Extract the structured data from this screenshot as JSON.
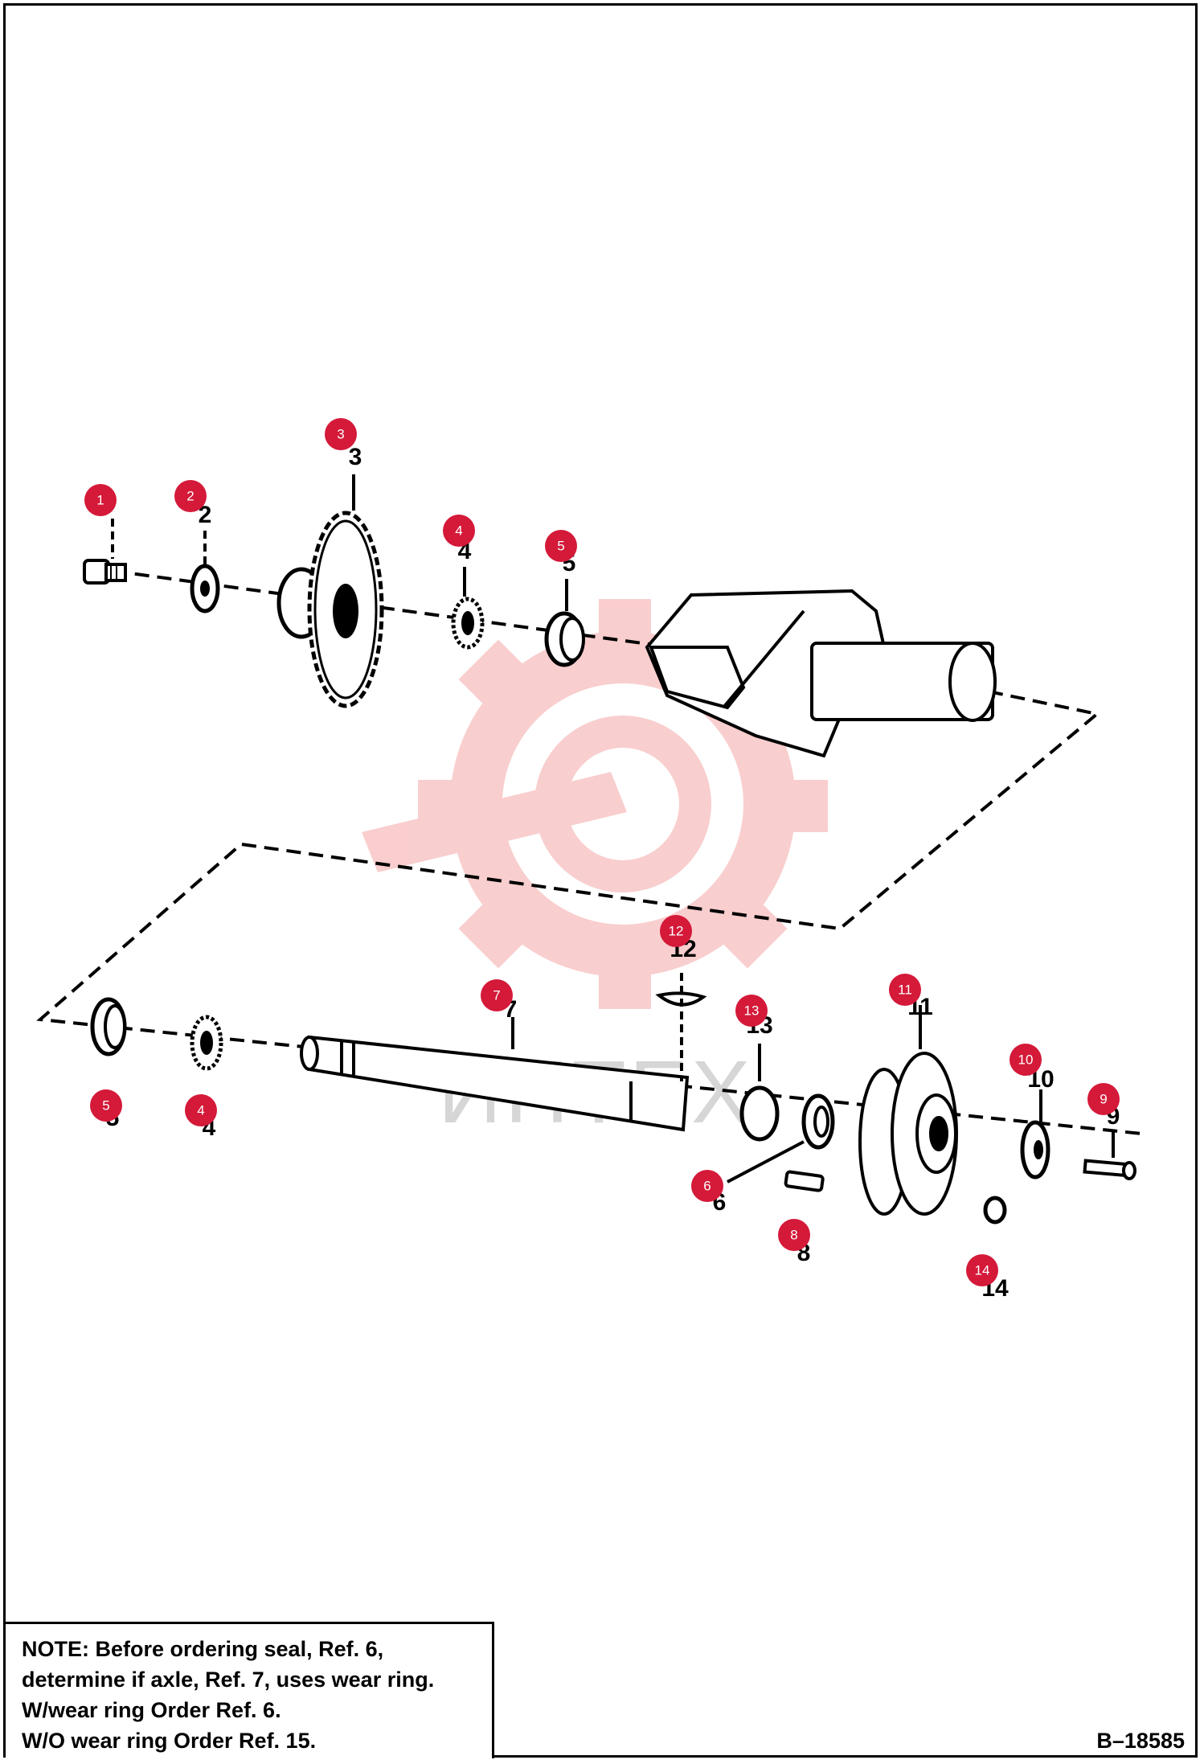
{
  "watermark": {
    "text": "ИНТЕХ",
    "color": "#f6b8b8"
  },
  "callouts": [
    "1",
    "2",
    "3",
    "4",
    "5",
    "4",
    "5",
    "7",
    "12",
    "13",
    "11",
    "10",
    "9",
    "6",
    "8",
    "14"
  ],
  "part_numbers": [
    "2",
    "3",
    "4",
    "5",
    "5",
    "4",
    "7",
    "12",
    "13",
    "11",
    "10",
    "9",
    "6",
    "8",
    "14"
  ],
  "note": {
    "lines": [
      "NOTE: Before ordering seal, Ref. 6,",
      "determine if axle, Ref. 7, uses wear ring.",
      "W/wear ring Order Ref. 6.",
      "W/O wear ring Order Ref. 15."
    ]
  },
  "figure_id": "B–18585",
  "colors": {
    "callout": "#d41939",
    "line": "#000000"
  }
}
